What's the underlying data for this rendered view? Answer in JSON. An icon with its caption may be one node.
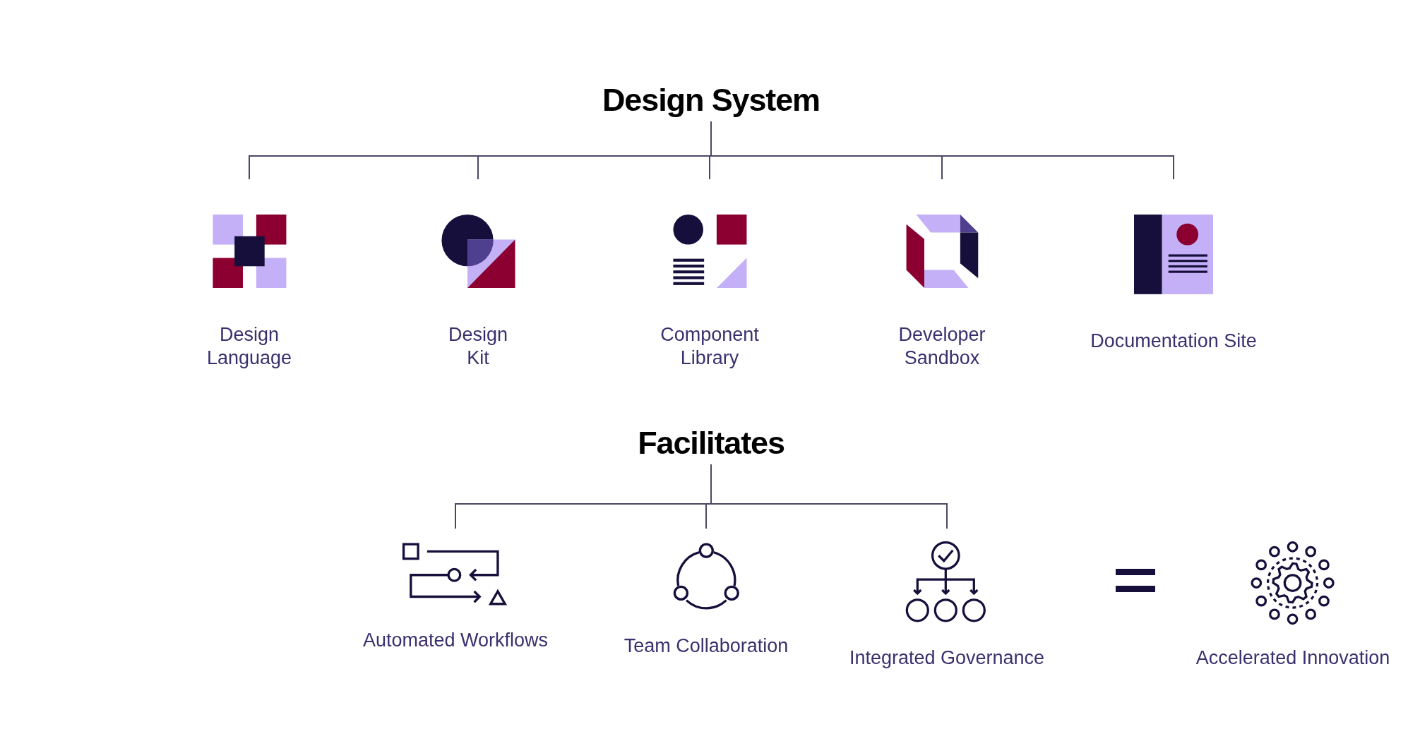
{
  "diagram": {
    "nodes": [
      {
        "text": [
          "Design System"
        ]
      },
      {
        "text": [
          "Design Language"
        ]
      },
      {
        "text": [
          "Design Kit"
        ]
      },
      {
        "text": [
          "Component Library"
        ]
      },
      {
        "text": [
          "Developer Sandbox"
        ]
      },
      {
        "text": [
          "Documentation Site"
        ]
      },
      {
        "text": [
          "Facilitates"
        ]
      },
      {
        "text": [
          "Automated Workflows"
        ]
      },
      {
        "text": [
          "Team Collaboration"
        ]
      },
      {
        "text": [
          "Integrated Governance"
        ]
      },
      {
        "text": [
          "Accelerated Innovation"
        ]
      }
    ],
    "edges": [
      {
        "from": 0,
        "to": 1,
        "arrow": "none"
      },
      {
        "from": 0,
        "to": 2,
        "arrow": "none"
      },
      {
        "from": 0,
        "to": 3,
        "arrow": "none"
      },
      {
        "from": 0,
        "to": 4,
        "arrow": "none"
      },
      {
        "from": 0,
        "to": 5,
        "arrow": "none"
      },
      {
        "from": 6,
        "to": 7,
        "arrow": "none"
      },
      {
        "from": 6,
        "to": 8,
        "arrow": "none"
      },
      {
        "from": 6,
        "to": 9,
        "arrow": "none"
      }
    ]
  }
}
